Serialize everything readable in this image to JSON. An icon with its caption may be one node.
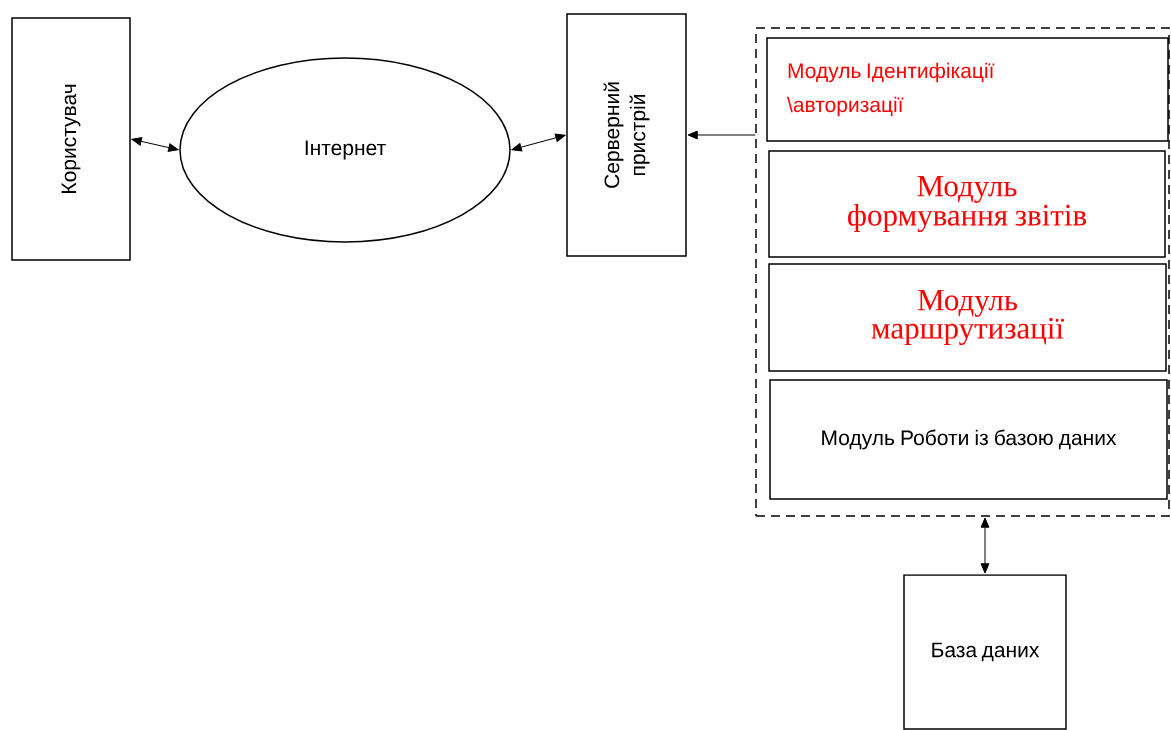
{
  "diagram": {
    "nodes": [
      {
        "text": [
          "Користувач"
        ]
      },
      {
        "text": [
          "Інтернет"
        ]
      },
      {
        "text": [
          "Серверний пристрій"
        ]
      },
      {
        "text": [],
        "shape": "box"
      },
      {
        "text": [
          "Модуль Ідентифікації \\авторизації"
        ],
        "in": 3
      },
      {
        "text": [
          "Модуль формування звітів"
        ],
        "in": 3
      },
      {
        "text": [
          "Модуль маршрутизації"
        ],
        "in": 3
      },
      {
        "text": [
          "Модуль Роботи із базою даних"
        ],
        "in": 3
      },
      {
        "text": [
          "База даних"
        ]
      }
    ],
    "edges": [
      {
        "from": 0,
        "to": 1,
        "arrow": "both"
      },
      {
        "from": 1,
        "to": 2,
        "arrow": "both"
      },
      {
        "from": 3,
        "to": 2,
        "arrow": "to"
      },
      {
        "from": 3,
        "to": 8,
        "arrow": "both"
      }
    ]
  }
}
